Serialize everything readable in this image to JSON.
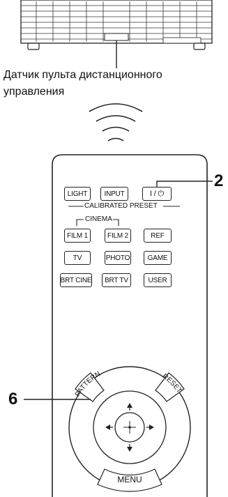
{
  "caption": {
    "line1": "Датчик пульта дистанционного",
    "line2": "управления"
  },
  "callouts": {
    "power": "2",
    "pattern": "6"
  },
  "remote": {
    "row1": [
      "LIGHT",
      "INPUT",
      "I / ⏻"
    ],
    "preset_group_label": "CALIBRATED PRESET",
    "cinema_label": "CINEMA",
    "row2": [
      "FILM 1",
      "FILM 2",
      "REF"
    ],
    "row3": [
      "TV",
      "PHOTO",
      "GAME"
    ],
    "row4": [
      "BRT CINE",
      "BRT TV",
      "USER"
    ],
    "dial": {
      "pattern": "PATTERN",
      "reset": "RESET",
      "menu": "MENU"
    }
  }
}
